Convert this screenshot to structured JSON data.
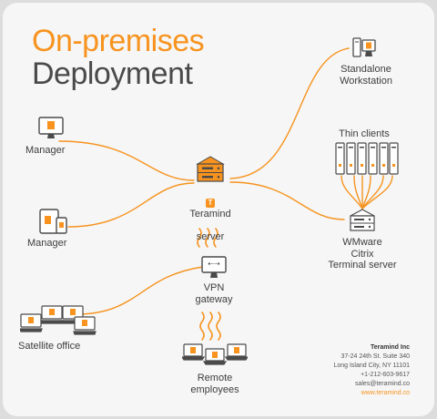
{
  "title": {
    "line1": "On-premises",
    "line2": "Deployment"
  },
  "colors": {
    "accent": "#f7931e",
    "dark": "#4a4a4a",
    "panel": "#f6f6f6"
  },
  "nodes": {
    "server": {
      "badge": "T",
      "label_prefix": "Teramind",
      "label_rest": "server"
    },
    "manager_desktop": {
      "label": "Manager"
    },
    "manager_mobile": {
      "label": "Manager"
    },
    "vpn": {
      "label": "VPN\ngateway",
      "screen_glyph": "⇠⇢"
    },
    "satellite": {
      "label": "Satellite office"
    },
    "remote": {
      "label": "Remote\nemployees"
    },
    "standalone": {
      "label": "Standalone\nWorkstation"
    },
    "thin_clients": {
      "label": "Thin clients",
      "count": 6
    },
    "terminal": {
      "label": "WMware\nCitrix\nTerminal server"
    }
  },
  "company": {
    "name": "Teramind Inc",
    "address1": "37-24 24th St. Suite 340",
    "address2": "Long Island City, NY 11101",
    "phone": "+1-212-603-9617",
    "email": "sales@teramind.co",
    "website": "www.teramind.co"
  }
}
